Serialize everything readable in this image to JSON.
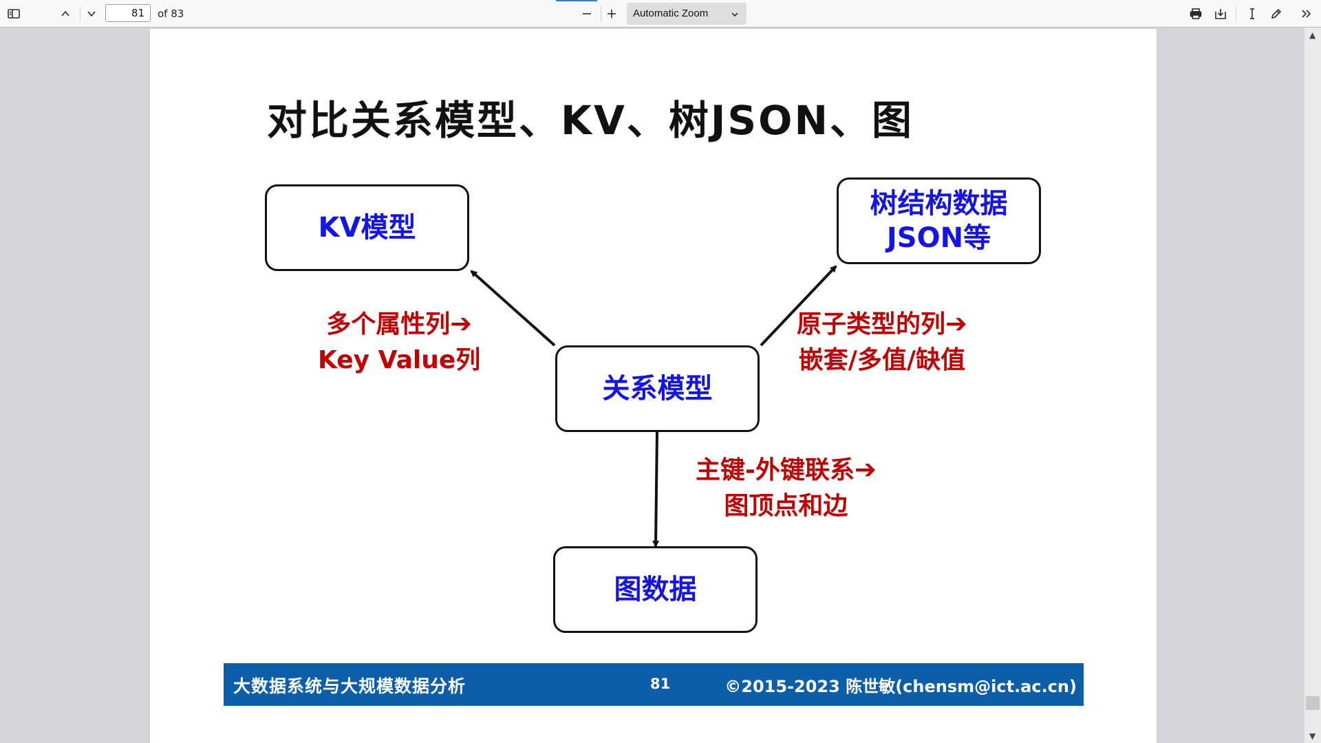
{
  "toolbar": {
    "page_number": "81",
    "page_count": "of 83",
    "zoom": "Automatic Zoom",
    "zoom_out_symbol": "—",
    "zoom_in_symbol": "+"
  },
  "slide": {
    "title": "对比关系模型、KV、树JSON、图",
    "nodes": {
      "kv": [
        "KV模型"
      ],
      "tree": [
        "树结构数据",
        "JSON等"
      ],
      "relational": [
        "关系模型"
      ],
      "graph": [
        "图数据"
      ]
    },
    "edges": {
      "kv": {
        "line1": "多个属性列",
        "line2": "Key Value列"
      },
      "tree": {
        "line1": "原子类型的列",
        "line2": "嵌套/多值/缺值"
      },
      "graph": {
        "line1": "主键-外键联系",
        "line2": "图顶点和边"
      }
    },
    "arrow_symbol": "➔",
    "footer": {
      "left": "大数据系统与大规模数据分析",
      "center": "81",
      "right": "©2015-2023 陈世敏(chensm@ict.ac.cn)"
    }
  },
  "colors": {
    "node_text": "#1414e6",
    "edge_text": "#c00000",
    "footer_bg": "#0d5ea8"
  },
  "icons": {
    "sidebar": "sidebar-toggle-icon",
    "previous": "chevron-up-icon",
    "next": "chevron-down-icon",
    "print": "printer-icon",
    "save": "download-icon",
    "text_cursor": "text-cursor-icon",
    "draw": "pencil-icon",
    "more": "double-chevron-right-icon"
  }
}
